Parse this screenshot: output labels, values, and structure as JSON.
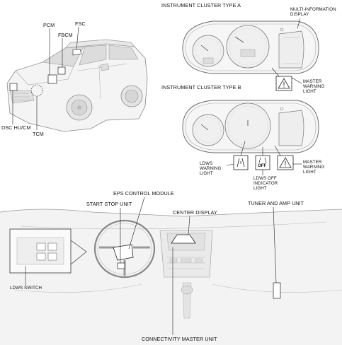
{
  "car": {
    "pcm": "PCM",
    "fsc": "FSC",
    "fbcm": "FBCM",
    "dsc_hu_cm": "DSC HU/CM",
    "tcm": "TCM"
  },
  "cluster_a": {
    "title": "INSTRUMENT CLUSTER TYPE A",
    "multi_info_display": [
      "MULTI-INFORMATION",
      "DISPLAY"
    ],
    "master_warning_light": [
      "MASTER",
      "WARNING",
      "LIGHT"
    ]
  },
  "cluster_b": {
    "title": "INSTRUMENT CLUSTER TYPE B",
    "ldws_warning_light": [
      "LDWS",
      "WARNING",
      "LIGHT"
    ],
    "ldws_off_indicator_light": [
      "LDWS OFF",
      "INDICATOR",
      "LIGHT"
    ],
    "master_warning_light": [
      "MASTER",
      "WARNING",
      "LIGHT"
    ],
    "ldws_off_icon_text": "OFF"
  },
  "dash": {
    "eps_control_module": "EPS CONTROL MODULE",
    "start_stop_unit": "START STOP UNIT",
    "center_display": "CENTER DISPLAY",
    "tuner_and_amp_unit": "TUNER AND AMP UNIT",
    "ldws_switch": "LDWS SWITCH",
    "connectivity_master_unit": "CONNECTIVITY MASTER UNIT"
  }
}
